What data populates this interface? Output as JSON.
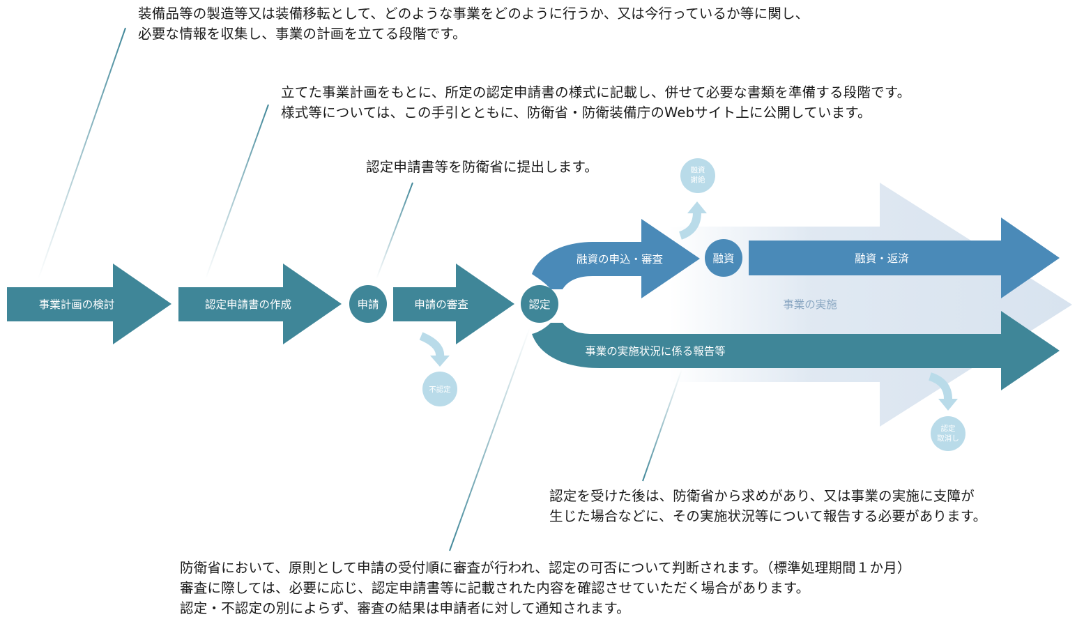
{
  "colors": {
    "primary": "#3f8698",
    "secondary": "#4a8ab8",
    "light": "#b9dbe9",
    "background_arrow": "#d8e3ef",
    "leader": "#3f8698",
    "label_on_light": "#ffffff",
    "background_label": "#8aa7c2",
    "text": "#1a1a1a"
  },
  "stages": {
    "study": "事業計画の検討",
    "prepare": "認定申請書の作成",
    "apply": "申請",
    "review": "申請の審査",
    "certify": "認定",
    "rejected": "不認定"
  },
  "financing": {
    "apply_review": "融資の申込・審査",
    "declined_line1": "融資",
    "declined_line2": "謝絶",
    "financing": "融資",
    "financing_repay": "融資・返済"
  },
  "implementation": {
    "label": "事業の実施",
    "report": "事業の実施状況に係る報告等",
    "revoke_line1": "認定",
    "revoke_line2": "取消し"
  },
  "notes": {
    "study": [
      "装備品等の製造等又は装備移転として、どのような事業をどのように行うか、又は今行っているか等に関し、",
      "必要な情報を収集し、事業の計画を立てる段階です。"
    ],
    "prepare": [
      "立てた事業計画をもとに、所定の認定申請書の様式に記載し、併せて必要な書類を準備する段階です。",
      "様式等については、この手引とともに、防衛省・防衛装備庁のWebサイト上に公開しています。"
    ],
    "apply": [
      "認定申請書等を防衛省に提出します。"
    ],
    "report": [
      "認定を受けた後は、防衛省から求めがあり、又は事業の実施に支障が",
      "生じた場合などに、その実施状況等について報告する必要があります。"
    ],
    "review": [
      "防衛省において、原則として申請の受付順に審査が行われ、認定の可否について判断されます。（標準処理期間１か月）",
      "審査に際しては、必要に応じ、認定申請書等に記載された内容を確認させていただく場合があります。",
      "認定・不認定の別によらず、審査の結果は申請者に対して通知されます。"
    ]
  }
}
